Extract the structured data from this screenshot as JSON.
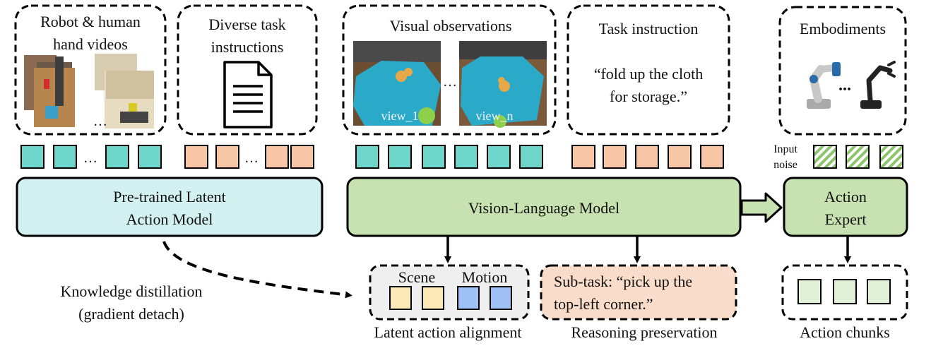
{
  "inputs": {
    "videos_line1": "Robot & human",
    "videos_line2": "hand videos",
    "tasks_line1": "Diverse task",
    "tasks_line2": "instructions",
    "visual_title": "Visual observations",
    "view1_label": "view_1",
    "viewn_label": "view_n",
    "instruction_title": "Task instruction",
    "instruction_line1": "“fold up the cloth",
    "instruction_line2": "for storage.”",
    "embodiments_title": "Embodiments"
  },
  "ellipsis": "…",
  "ellipsis_bold": "...",
  "input_noise_line1": "Input",
  "input_noise_line2": "noise",
  "models": {
    "lam_line1": "Pre-trained Latent",
    "lam_line2": "Action Model",
    "vlm": "Vision-Language Model",
    "expert_line1": "Action",
    "expert_line2": "Expert"
  },
  "outputs": {
    "scene": "Scene",
    "motion": "Motion",
    "latent_caption": "Latent action alignment",
    "subtask_line1": "Sub-task: “pick up the",
    "subtask_line2": "top-left corner.”",
    "reasoning_caption": "Reasoning preservation",
    "chunks_caption": "Action chunks"
  },
  "distill_line1": "Knowledge distillation",
  "distill_line2": "(gradient detach)",
  "colors": {
    "teal_token": "#6fd6cb",
    "orange_token": "#f7c6a6",
    "lam_fill": "#d3f1f0",
    "vlm_fill": "#c7e2b0",
    "scene_token": "#fce9b8",
    "motion_token": "#9ec0f5",
    "subtask_fill": "#fadccb",
    "chunk_token": "#e2f0d8",
    "align_fill": "#efefef",
    "noise_stripe": "#8cc46a"
  }
}
